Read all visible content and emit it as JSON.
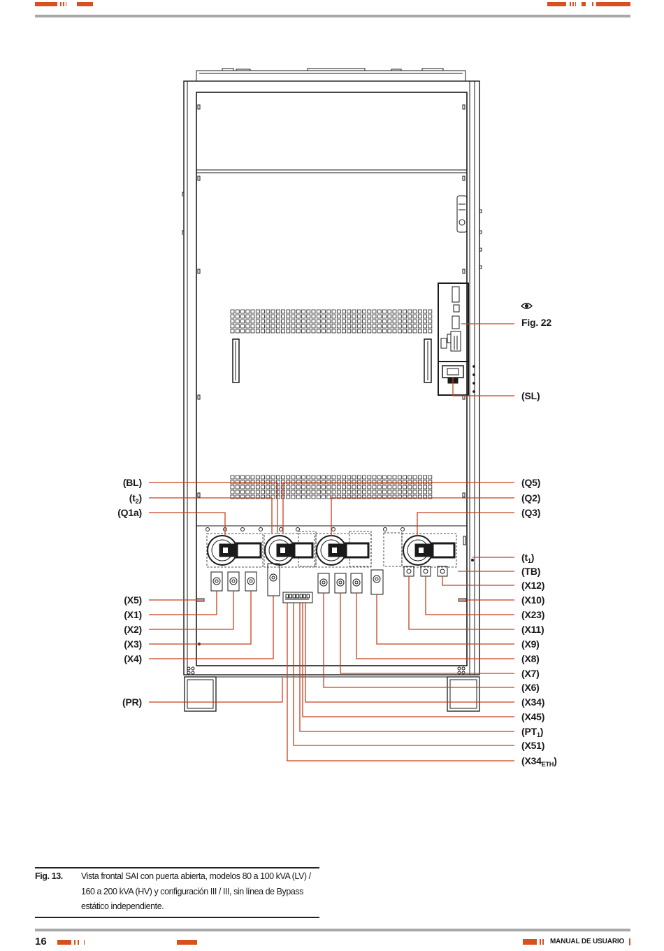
{
  "page": {
    "number": "16",
    "footer_title": "MANUAL DE USUARIO"
  },
  "colors": {
    "accent": "#d9501f",
    "leader_line": "#c8401a",
    "rule": "#a8a8a8"
  },
  "figure": {
    "caption_label": "Fig. 13.",
    "caption_text": "Vista frontal SAI con puerta abierta, modelos 80 a 100 kVA (LV) / 160 a 200 kVA (HV) y configuración III / III, sin línea de Bypass estático independiente.",
    "reference_icon": "eye-icon",
    "callouts": {
      "fig22": "Fig. 22",
      "sl": "(SL)",
      "bl": "(BL)",
      "t2": {
        "pre": "(t",
        "sub": "2",
        "post": ")"
      },
      "q1a": "(Q1a)",
      "q5": "(Q5)",
      "q2": "(Q2)",
      "q3": "(Q3)",
      "t1": {
        "pre": "(t",
        "sub": "1",
        "post": ")"
      },
      "tb": "(TB)",
      "x12": "(X12)",
      "x10": "(X10)",
      "x23": "(X23)",
      "x11": "(X11)",
      "x9": "(X9)",
      "x8": "(X8)",
      "x7": "(X7)",
      "x6": "(X6)",
      "x34": "(X34)",
      "x45": "(X45)",
      "pt1": {
        "pre": "(PT",
        "sub": "1",
        "post": ")"
      },
      "x51": "(X51)",
      "x34eth": {
        "pre": "(X34",
        "sub": "ETH",
        "post": ")"
      },
      "x5": "(X5)",
      "x1": "(X1)",
      "x2": "(X2)",
      "x3": "(X3)",
      "x4": "(X4)",
      "pr": "(PR)"
    }
  }
}
